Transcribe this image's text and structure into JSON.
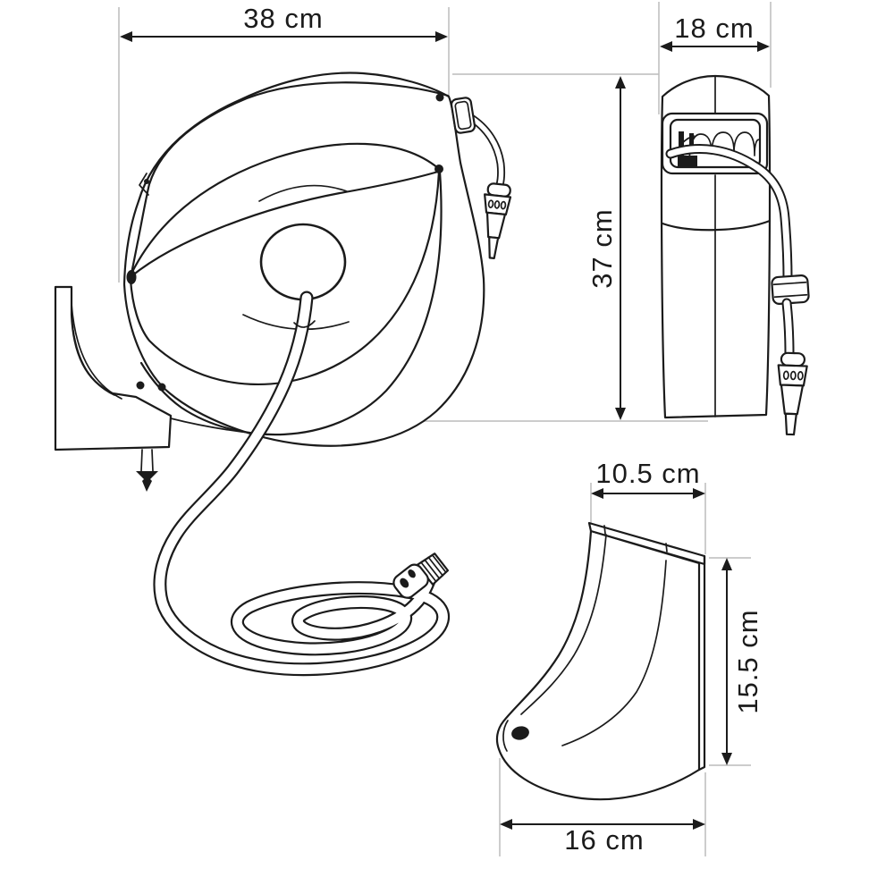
{
  "diagram": {
    "type": "technical-dimension-drawing",
    "subject": "retractable wall-mounted hose reel with bracket",
    "units": "cm",
    "colors": {
      "line": "#1b1b1b",
      "extension_line": "#bcbcbc",
      "background": "#ffffff"
    },
    "labels": {
      "front_width": "38 cm",
      "depth": "18 cm",
      "height": "37 cm",
      "bracket_top_depth": "10.5 cm",
      "bracket_height": "15.5 cm",
      "bracket_base_depth": "16 cm"
    }
  }
}
